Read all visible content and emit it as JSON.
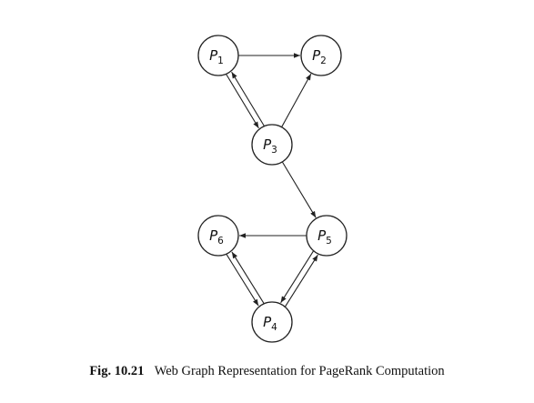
{
  "diagram": {
    "nodes": [
      {
        "id": "P1",
        "letter": "P",
        "sub": "1"
      },
      {
        "id": "P2",
        "letter": "P",
        "sub": "2"
      },
      {
        "id": "P3",
        "letter": "P",
        "sub": "3"
      },
      {
        "id": "P4",
        "letter": "P",
        "sub": "4"
      },
      {
        "id": "P5",
        "letter": "P",
        "sub": "5"
      },
      {
        "id": "P6",
        "letter": "P",
        "sub": "6"
      }
    ],
    "edges": [
      {
        "from": "P1",
        "to": "P2"
      },
      {
        "from": "P1",
        "to": "P3"
      },
      {
        "from": "P3",
        "to": "P1"
      },
      {
        "from": "P3",
        "to": "P2"
      },
      {
        "from": "P3",
        "to": "P5"
      },
      {
        "from": "P5",
        "to": "P6"
      },
      {
        "from": "P6",
        "to": "P4"
      },
      {
        "from": "P4",
        "to": "P6"
      },
      {
        "from": "P4",
        "to": "P5"
      },
      {
        "from": "P5",
        "to": "P4"
      }
    ]
  },
  "caption": {
    "number": "Fig. 10.21",
    "text": "Web Graph Representation for PageRank Computation"
  }
}
